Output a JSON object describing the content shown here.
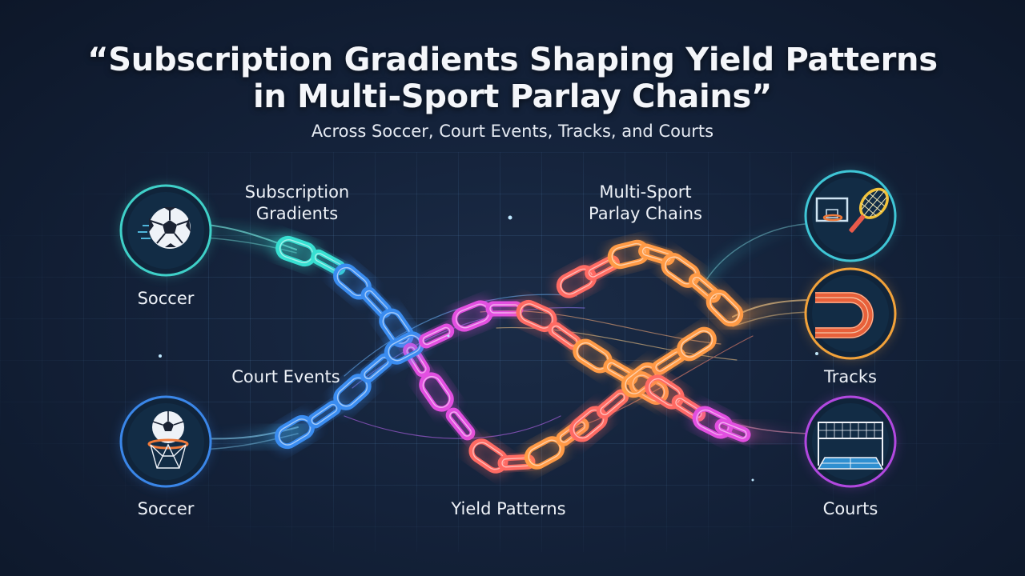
{
  "header": {
    "title_line1": "“Subscription Gradients Shaping Yield Patterns",
    "title_line2": "in Multi-Sport Parlay Chains”",
    "subtitle": "Across Soccer, Court Events, Tracks, and Courts"
  },
  "labels": {
    "subscription_gradients": [
      "Subscription",
      "Gradients"
    ],
    "multi_sport_parlay": [
      "Multi-Sport",
      "Parlay Chains"
    ],
    "court_events": "Court Events",
    "yield_patterns": "Yield Patterns"
  },
  "nodes": [
    {
      "id": "soccer-top",
      "label": "Soccer",
      "icon": "soccer-ball-icon",
      "color": "#3fd0c8"
    },
    {
      "id": "soccer-bottom",
      "label": "Soccer",
      "icon": "soccer-basketball-hoop-icon",
      "color": "#3a86e8"
    },
    {
      "id": "racket",
      "label": "",
      "icon": "basketball-hoop-tennis-racket-icon",
      "color": "#3fc6d6"
    },
    {
      "id": "tracks",
      "label": "Tracks",
      "icon": "running-track-icon",
      "color": "#f2a23a"
    },
    {
      "id": "courts",
      "label": "Courts",
      "icon": "volleyball-court-icon",
      "color": "#b248e0"
    }
  ],
  "chain_colors": {
    "teal": "#38e0d2",
    "blue": "#3a8cf0",
    "magenta": "#e24fe0",
    "orange": "#ff9a45",
    "coral": "#ff6a63"
  }
}
